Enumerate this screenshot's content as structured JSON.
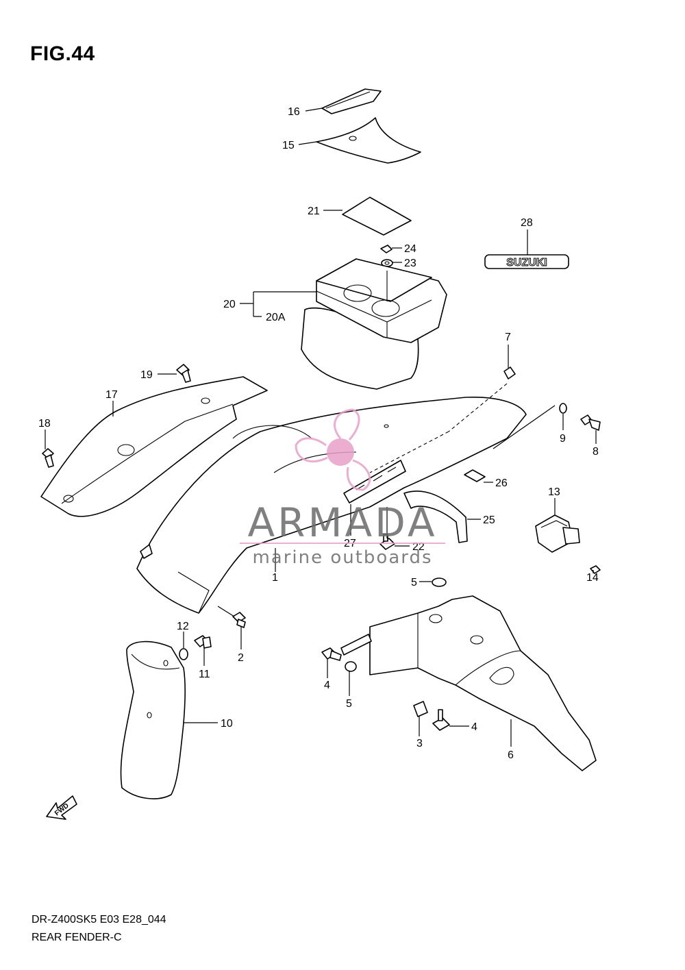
{
  "figure": {
    "title": "FIG.44"
  },
  "footer": {
    "model_code": "DR-Z400SK5 E03 E28_044",
    "section_name": "REAR FENDER-C"
  },
  "badge_text": "SUZUKI",
  "fwd_arrow_text": "FWD",
  "watermark": {
    "brand": "ARMADA",
    "tagline": "marine outboards",
    "accent_color": "#e8a0c8",
    "text_color": "#6b6b6b"
  },
  "callouts": {
    "c16": "16",
    "c15": "15",
    "c21": "21",
    "c28": "28",
    "c24": "24",
    "c23": "23",
    "c20": "20",
    "c20A": "20A",
    "c7": "7",
    "c19": "19",
    "c17": "17",
    "c18": "18",
    "c9": "9",
    "c8": "8",
    "c26": "26",
    "c13": "13",
    "c25": "25",
    "c27": "27",
    "c22": "22",
    "c1": "1",
    "c14": "14",
    "c5a": "5",
    "c12": "12",
    "c2": "2",
    "c11": "11",
    "c4a": "4",
    "c5b": "5",
    "c10": "10",
    "c3": "3",
    "c4b": "4",
    "c6": "6"
  }
}
